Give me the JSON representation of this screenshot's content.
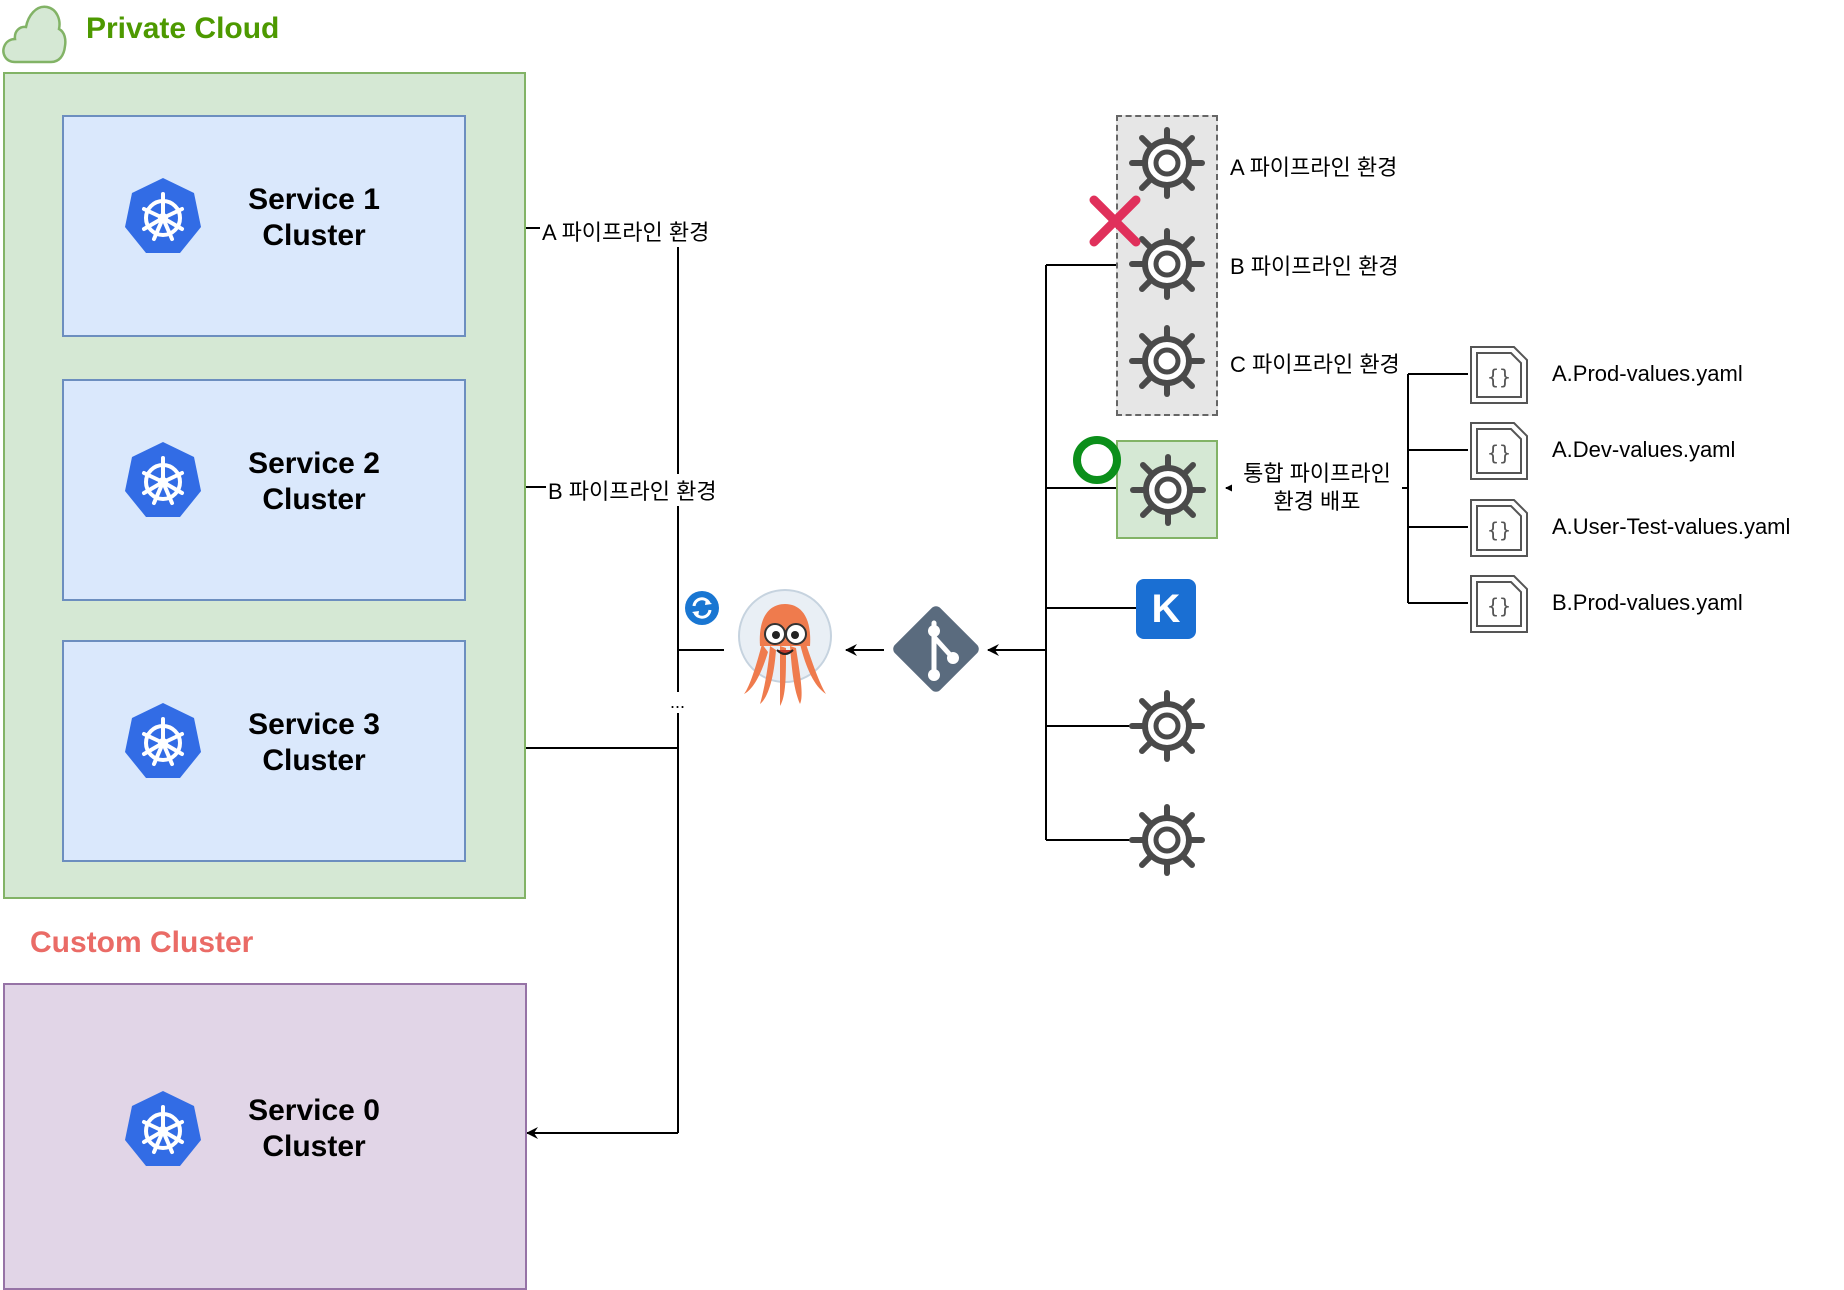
{
  "colors": {
    "private_cloud_fill": "#d5e8d4",
    "private_cloud_stroke": "#82b366",
    "service_fill": "#dae8fc",
    "service_stroke": "#6c8ebf",
    "custom_fill": "#e1d5e7",
    "custom_stroke": "#9673a6",
    "k8s_blue": "#326ce5",
    "git_slate": "#5a6b7e",
    "argo_orange": "#ef7b4d",
    "x_red": "#e0305b",
    "o_green": "#0b8f1a",
    "kustomize_blue": "#1a6fd3"
  },
  "private_cloud": {
    "title": "Private Cloud",
    "icon": "cloud-icon"
  },
  "services": [
    {
      "line1": "Service 1",
      "line2": "Cluster",
      "icon": "kubernetes-icon"
    },
    {
      "line1": "Service 2",
      "line2": "Cluster",
      "icon": "kubernetes-icon"
    },
    {
      "line1": "Service 3",
      "line2": "Cluster",
      "icon": "kubernetes-icon"
    }
  ],
  "custom_cluster": {
    "title": "Custom Cluster",
    "service": {
      "line1": "Service 0",
      "line2": "Cluster",
      "icon": "kubernetes-icon"
    }
  },
  "connectors": {
    "a_label": "A 파이프라인 환경",
    "b_label": "B 파이프라인 환경",
    "ellipsis": "..."
  },
  "argo": {
    "icon": "argo-cd-icon",
    "sync_icon": "sync-icon"
  },
  "git": {
    "icon": "git-icon"
  },
  "helm_envs": [
    {
      "label": "A 파이프라인 환경",
      "icon": "helm-icon"
    },
    {
      "label": "B 파이프라인 환경",
      "icon": "helm-icon",
      "mark": "x-mark-icon"
    },
    {
      "label": "C 파이프라인 환경",
      "icon": "helm-icon"
    }
  ],
  "unified": {
    "line1": "통합 파이프라인",
    "line2": "환경 배포",
    "icon": "helm-icon",
    "mark": "o-mark-icon"
  },
  "kustomize": {
    "letter": "K",
    "icon": "kustomize-icon"
  },
  "values_files": [
    {
      "name": "A.Prod-values.yaml",
      "icon": "json-file-icon"
    },
    {
      "name": "A.Dev-values.yaml",
      "icon": "json-file-icon"
    },
    {
      "name": "A.User-Test-values.yaml",
      "icon": "json-file-icon"
    },
    {
      "name": "B.Prod-values.yaml",
      "icon": "json-file-icon"
    }
  ]
}
